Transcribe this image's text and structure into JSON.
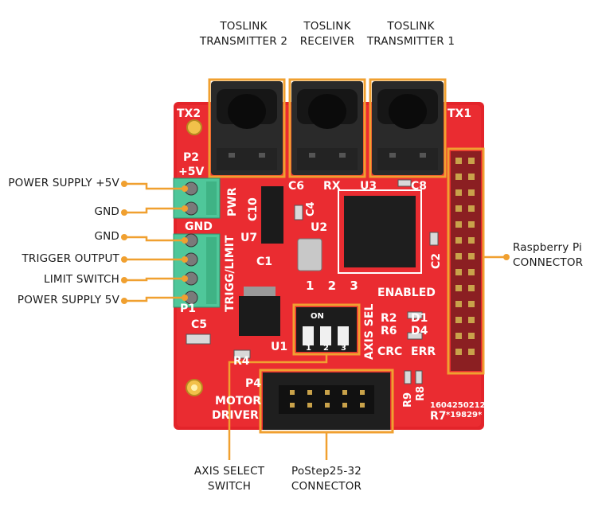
{
  "accent_color": "#f0a030",
  "board_color": "#e8252b",
  "callouts": {
    "tx2": "TOSLINK\nTRANSMITTER 2",
    "rx": "TOSLINK\nRECEIVER",
    "tx1": "TOSLINK\nTRANSMITTER 1",
    "pwr5v": "POWER SUPPLY +5V",
    "gnd1": "GND",
    "gnd2": "GND",
    "trigger": "TRIGGER OUTPUT",
    "limit": "LIMIT SWITCH",
    "pwr5v_2": "POWER SUPPLY 5V",
    "rpi": "Raspberry Pi\nCONNECTOR",
    "axis": "AXIS SELECT\nSWITCH",
    "postep": "PoStep25-32\nCONNECTOR"
  },
  "silkscreen": {
    "tx2": "TX2",
    "tx1": "TX1",
    "p2": "P2",
    "plus5v": "+5V",
    "pwr": "PWR",
    "gnd": "GND",
    "c6": "C6",
    "rx": "RX",
    "u3": "U3",
    "c8": "C8",
    "c10": "C10",
    "c4": "C4",
    "u2": "U2",
    "u7": "U7",
    "c1": "C1",
    "c2": "C2",
    "trigg_limit": "TRIGG/LIMIT",
    "p1": "P1",
    "c5": "C5",
    "u1": "U1",
    "r4": "R4",
    "p4": "P4",
    "motor": "MOTOR",
    "driver": "DRIVER",
    "switch_nums": "1 2 3",
    "on": "ON",
    "axis_sel": "AXIS SEL",
    "enabled": "ENABLED",
    "r2": "R2",
    "d1": "D1",
    "r6": "R6",
    "d4": "D4",
    "crc": "CRC",
    "err": "ERR",
    "r9": "R9",
    "r8": "R8",
    "r7": "R7",
    "serial": "1604250212",
    "code": "*19829*",
    "sw1": "1",
    "sw2": "2",
    "sw3": "3"
  }
}
